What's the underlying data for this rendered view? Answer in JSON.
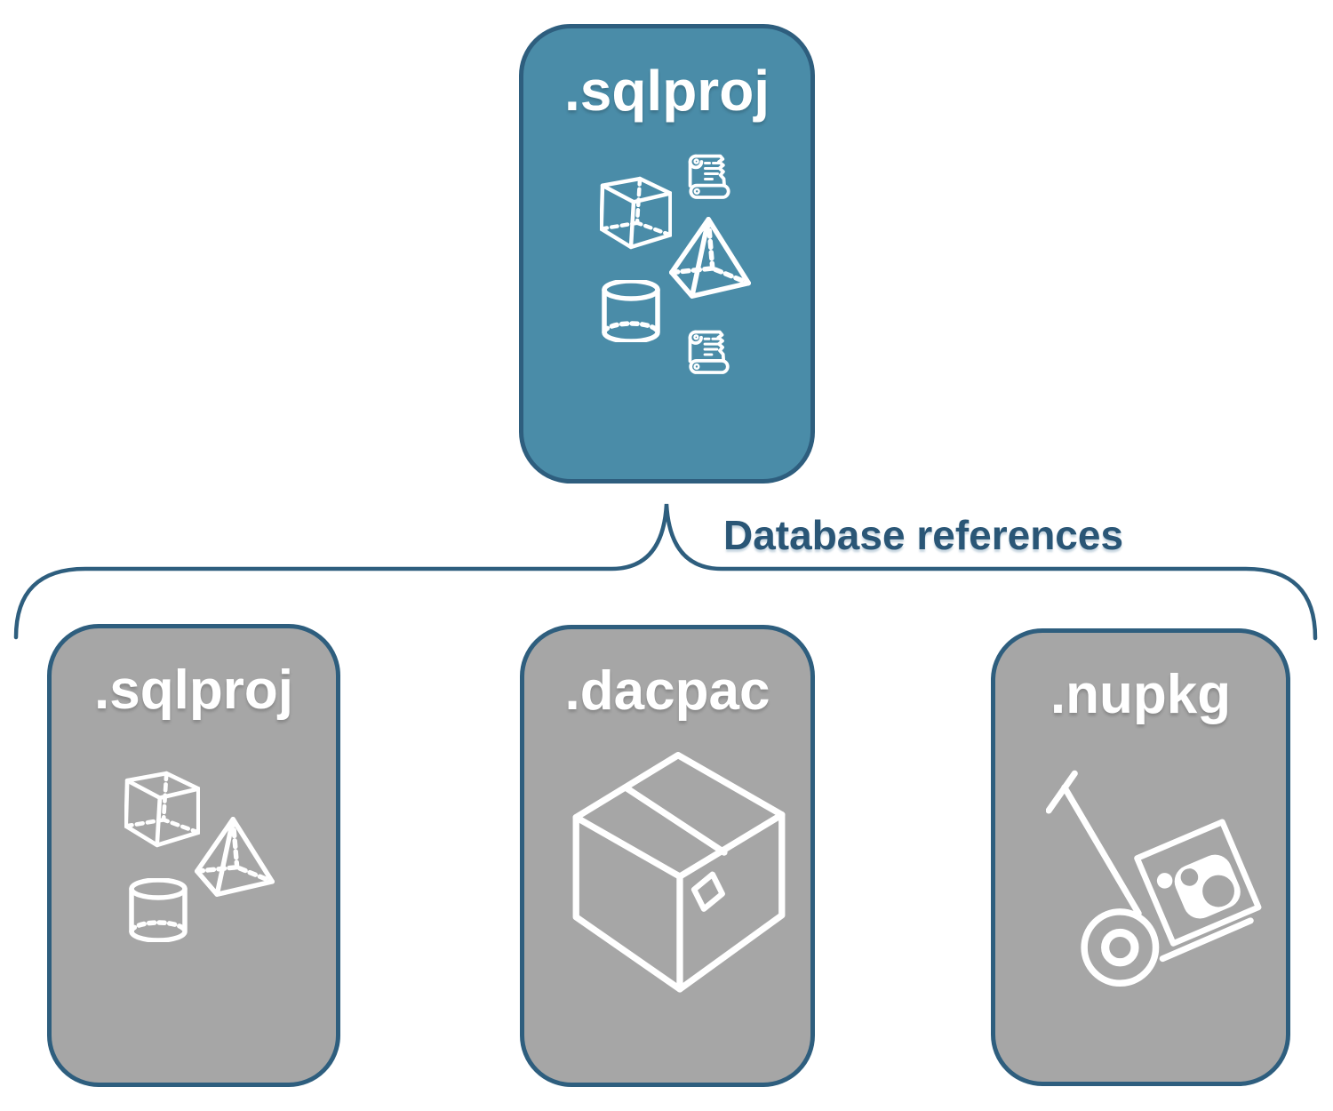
{
  "diagram": {
    "root": {
      "label": ".sqlproj",
      "fill": "#4A8CA8",
      "icons": [
        "script-scroll-icon",
        "cube-icon",
        "pyramid-icon",
        "cylinder-icon",
        "script-scroll-icon"
      ]
    },
    "connector": {
      "label": "Database references"
    },
    "children": [
      {
        "label": ".sqlproj",
        "fill": "#A6A6A6",
        "icons": [
          "cube-icon",
          "pyramid-icon",
          "cylinder-icon"
        ]
      },
      {
        "label": ".dacpac",
        "fill": "#A6A6A6",
        "icons": [
          "package-box-icon"
        ]
      },
      {
        "label": ".nupkg",
        "fill": "#A6A6A6",
        "icons": [
          "nuget-dolly-icon"
        ]
      }
    ],
    "colors": {
      "background": "#FFFFFF",
      "border": "#2E5E7E",
      "root_fill": "#4A8CA8",
      "child_fill": "#A6A6A6",
      "node_label_text": "#FFFFFF",
      "connector_line": "#2E5E7E",
      "connector_label_text": "#2A5676",
      "icon_stroke": "#FFFFFF"
    }
  }
}
